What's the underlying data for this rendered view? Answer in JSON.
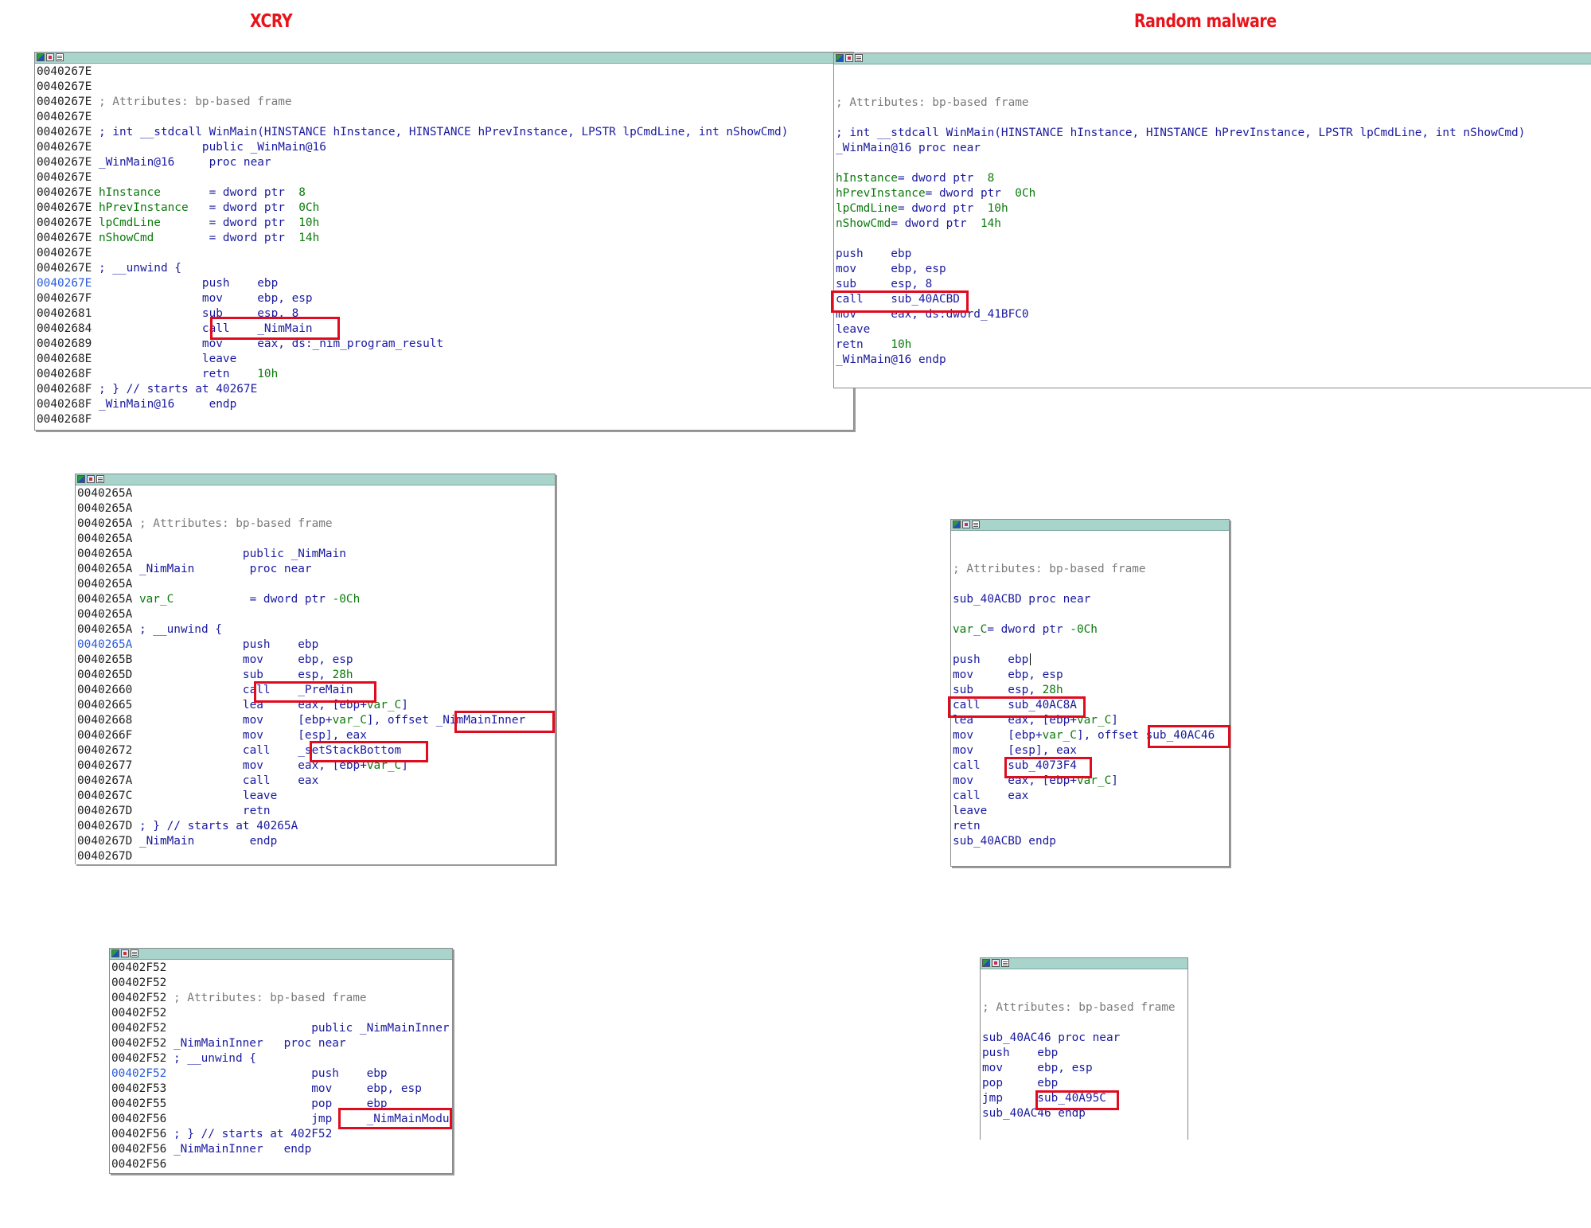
{
  "headings": {
    "left": "XCRY",
    "right": "Random malware"
  },
  "windows": [
    {
      "id": "xcry-winmain",
      "lines": [
        [
          [
            "ad",
            "0040267E"
          ]
        ],
        [
          [
            "ad",
            "0040267E"
          ]
        ],
        [
          [
            "ad",
            "0040267E"
          ],
          [
            "cm",
            " ; Attributes: bp-based frame"
          ]
        ],
        [
          [
            "ad",
            "0040267E"
          ]
        ],
        [
          [
            "ad",
            "0040267E"
          ],
          [
            "nm",
            " ; int __stdcall WinMain(HINSTANCE hInstance, HINSTANCE hPrevInstance, LPSTR lpCmdLine, int nShowCmd)"
          ]
        ],
        [
          [
            "ad",
            "0040267E"
          ],
          [
            "nm",
            "                public _WinMain@16"
          ]
        ],
        [
          [
            "ad",
            "0040267E"
          ],
          [
            "nm",
            " _WinMain@16     proc near"
          ]
        ],
        [
          [
            "ad",
            "0040267E"
          ]
        ],
        [
          [
            "ad",
            "0040267E"
          ],
          [
            "gr",
            " hInstance       "
          ],
          [
            "nm",
            "= dword ptr  "
          ],
          [
            "gr",
            "8"
          ]
        ],
        [
          [
            "ad",
            "0040267E"
          ],
          [
            "gr",
            " hPrevInstance   "
          ],
          [
            "nm",
            "= dword ptr  "
          ],
          [
            "gr",
            "0Ch"
          ]
        ],
        [
          [
            "ad",
            "0040267E"
          ],
          [
            "gr",
            " lpCmdLine       "
          ],
          [
            "nm",
            "= dword ptr  "
          ],
          [
            "gr",
            "10h"
          ]
        ],
        [
          [
            "ad",
            "0040267E"
          ],
          [
            "gr",
            " nShowCmd        "
          ],
          [
            "nm",
            "= dword ptr  "
          ],
          [
            "gr",
            "14h"
          ]
        ],
        [
          [
            "ad",
            "0040267E"
          ]
        ],
        [
          [
            "ad",
            "0040267E"
          ],
          [
            "nm",
            " ; __unwind {"
          ]
        ],
        [
          [
            "adc",
            "0040267E"
          ],
          [
            "nm",
            "                push    ebp"
          ]
        ],
        [
          [
            "ad",
            "0040267F"
          ],
          [
            "nm",
            "                mov     ebp, esp"
          ]
        ],
        [
          [
            "ad",
            "00402681"
          ],
          [
            "nm",
            "                sub     esp, 8"
          ]
        ],
        [
          [
            "ad",
            "00402684"
          ],
          [
            "nm",
            "                call    _NimMain"
          ]
        ],
        [
          [
            "ad",
            "00402689"
          ],
          [
            "nm",
            "                mov     eax, ds:_nim_program_result"
          ]
        ],
        [
          [
            "ad",
            "0040268E"
          ],
          [
            "nm",
            "                leave"
          ]
        ],
        [
          [
            "ad",
            "0040268F"
          ],
          [
            "nm",
            "                retn    "
          ],
          [
            "gr",
            "10h"
          ]
        ],
        [
          [
            "ad",
            "0040268F"
          ],
          [
            "nm",
            " ; } // starts at 40267E"
          ]
        ],
        [
          [
            "ad",
            "0040268F"
          ],
          [
            "nm",
            " _WinMain@16     endp"
          ]
        ],
        [
          [
            "ad",
            "0040268F"
          ]
        ]
      ]
    },
    {
      "id": "malware-winmain",
      "lines": [
        [],
        [],
        [
          [
            "cm",
            "; Attributes: bp-based frame"
          ]
        ],
        [],
        [
          [
            "nm",
            "; int __stdcall WinMain(HINSTANCE hInstance, HINSTANCE hPrevInstance, LPSTR lpCmdLine, int nShowCmd)"
          ]
        ],
        [
          [
            "nm",
            "_WinMain@16 proc near"
          ]
        ],
        [],
        [
          [
            "gr",
            "hInstance"
          ],
          [
            "nm",
            "= dword ptr  "
          ],
          [
            "gr",
            "8"
          ]
        ],
        [
          [
            "gr",
            "hPrevInstance"
          ],
          [
            "nm",
            "= dword ptr  "
          ],
          [
            "gr",
            "0Ch"
          ]
        ],
        [
          [
            "gr",
            "lpCmdLine"
          ],
          [
            "nm",
            "= dword ptr  "
          ],
          [
            "gr",
            "10h"
          ]
        ],
        [
          [
            "gr",
            "nShowCmd"
          ],
          [
            "nm",
            "= dword ptr  "
          ],
          [
            "gr",
            "14h"
          ]
        ],
        [],
        [
          [
            "nm",
            "push    ebp"
          ]
        ],
        [
          [
            "nm",
            "mov     ebp, esp"
          ]
        ],
        [
          [
            "nm",
            "sub     esp, 8"
          ]
        ],
        [
          [
            "nm",
            "call    sub_40ACBD"
          ]
        ],
        [
          [
            "nm",
            "mov     eax, ds:dword_41BFC0"
          ]
        ],
        [
          [
            "nm",
            "leave"
          ]
        ],
        [
          [
            "nm",
            "retn    "
          ],
          [
            "gr",
            "10h"
          ]
        ],
        [
          [
            "nm",
            "_WinMain@16 endp"
          ]
        ]
      ]
    },
    {
      "id": "xcry-nimmain",
      "lines": [
        [
          [
            "ad",
            "0040265A"
          ]
        ],
        [
          [
            "ad",
            "0040265A"
          ]
        ],
        [
          [
            "ad",
            "0040265A"
          ],
          [
            "cm",
            " ; Attributes: bp-based frame"
          ]
        ],
        [
          [
            "ad",
            "0040265A"
          ]
        ],
        [
          [
            "ad",
            "0040265A"
          ],
          [
            "nm",
            "                public _NimMain"
          ]
        ],
        [
          [
            "ad",
            "0040265A"
          ],
          [
            "nm",
            " _NimMain        proc near"
          ]
        ],
        [
          [
            "ad",
            "0040265A"
          ]
        ],
        [
          [
            "ad",
            "0040265A"
          ],
          [
            "gr",
            " var_C           "
          ],
          [
            "nm",
            "= dword ptr "
          ],
          [
            "gr",
            "-0Ch"
          ]
        ],
        [
          [
            "ad",
            "0040265A"
          ]
        ],
        [
          [
            "ad",
            "0040265A"
          ],
          [
            "nm",
            " ; __unwind {"
          ]
        ],
        [
          [
            "adc",
            "0040265A"
          ],
          [
            "nm",
            "                push    ebp"
          ]
        ],
        [
          [
            "ad",
            "0040265B"
          ],
          [
            "nm",
            "                mov     ebp, esp"
          ]
        ],
        [
          [
            "ad",
            "0040265D"
          ],
          [
            "nm",
            "                sub     esp, "
          ],
          [
            "gr",
            "28h"
          ]
        ],
        [
          [
            "ad",
            "00402660"
          ],
          [
            "nm",
            "                call    _PreMain"
          ]
        ],
        [
          [
            "ad",
            "00402665"
          ],
          [
            "nm",
            "                lea     eax, [ebp+"
          ],
          [
            "gr",
            "var_C"
          ],
          [
            "nm",
            "]"
          ]
        ],
        [
          [
            "ad",
            "00402668"
          ],
          [
            "nm",
            "                mov     [ebp+"
          ],
          [
            "gr",
            "var_C"
          ],
          [
            "nm",
            "], offset _NimMainInner"
          ]
        ],
        [
          [
            "ad",
            "0040266F"
          ],
          [
            "nm",
            "                mov     [esp], eax"
          ]
        ],
        [
          [
            "ad",
            "00402672"
          ],
          [
            "nm",
            "                call    _setStackBottom"
          ]
        ],
        [
          [
            "ad",
            "00402677"
          ],
          [
            "nm",
            "                mov     eax, [ebp+"
          ],
          [
            "gr",
            "var_C"
          ],
          [
            "nm",
            "]"
          ]
        ],
        [
          [
            "ad",
            "0040267A"
          ],
          [
            "nm",
            "                call    eax"
          ]
        ],
        [
          [
            "ad",
            "0040267C"
          ],
          [
            "nm",
            "                leave"
          ]
        ],
        [
          [
            "ad",
            "0040267D"
          ],
          [
            "nm",
            "                retn"
          ]
        ],
        [
          [
            "ad",
            "0040267D"
          ],
          [
            "nm",
            " ; } // starts at 40265A"
          ]
        ],
        [
          [
            "ad",
            "0040267D"
          ],
          [
            "nm",
            " _NimMain        endp"
          ]
        ],
        [
          [
            "ad",
            "0040267D"
          ]
        ]
      ]
    },
    {
      "id": "malware-sub40acbd",
      "lines": [
        [],
        [],
        [
          [
            "cm",
            "; Attributes: bp-based frame"
          ]
        ],
        [],
        [
          [
            "nm",
            "sub_40ACBD proc near"
          ]
        ],
        [],
        [
          [
            "gr",
            "var_C"
          ],
          [
            "nm",
            "= dword ptr "
          ],
          [
            "gr",
            "-0Ch"
          ]
        ],
        [],
        [
          [
            "nm",
            "push    ebp"
          ],
          [
            "caret",
            ""
          ]
        ],
        [
          [
            "nm",
            "mov     ebp, esp"
          ]
        ],
        [
          [
            "nm",
            "sub     esp, "
          ],
          [
            "gr",
            "28h"
          ]
        ],
        [
          [
            "nm",
            "call    sub_40AC8A"
          ]
        ],
        [
          [
            "nm",
            "lea     eax, [ebp+"
          ],
          [
            "gr",
            "var_C"
          ],
          [
            "nm",
            "]"
          ]
        ],
        [
          [
            "nm",
            "mov     [ebp+"
          ],
          [
            "gr",
            "var_C"
          ],
          [
            "nm",
            "], offset sub_40AC46"
          ]
        ],
        [
          [
            "nm",
            "mov     [esp], eax"
          ]
        ],
        [
          [
            "nm",
            "call    sub_4073F4"
          ]
        ],
        [
          [
            "nm",
            "mov     eax, [ebp+"
          ],
          [
            "gr",
            "var_C"
          ],
          [
            "nm",
            "]"
          ]
        ],
        [
          [
            "nm",
            "call    eax"
          ]
        ],
        [
          [
            "nm",
            "leave"
          ]
        ],
        [
          [
            "nm",
            "retn"
          ]
        ],
        [
          [
            "nm",
            "sub_40ACBD endp"
          ]
        ]
      ]
    },
    {
      "id": "xcry-nimmaininner",
      "lines": [
        [
          [
            "ad",
            "00402F52"
          ]
        ],
        [
          [
            "ad",
            "00402F52"
          ]
        ],
        [
          [
            "ad",
            "00402F52"
          ],
          [
            "cm",
            " ; Attributes: bp-based frame"
          ]
        ],
        [
          [
            "ad",
            "00402F52"
          ]
        ],
        [
          [
            "ad",
            "00402F52"
          ],
          [
            "nm",
            "                     public _NimMainInner"
          ]
        ],
        [
          [
            "ad",
            "00402F52"
          ],
          [
            "nm",
            " _NimMainInner   proc near"
          ]
        ],
        [
          [
            "ad",
            "00402F52"
          ],
          [
            "nm",
            " ; __unwind {"
          ]
        ],
        [
          [
            "adc",
            "00402F52"
          ],
          [
            "nm",
            "                     push    ebp"
          ]
        ],
        [
          [
            "ad",
            "00402F53"
          ],
          [
            "nm",
            "                     mov     ebp, esp"
          ]
        ],
        [
          [
            "ad",
            "00402F55"
          ],
          [
            "nm",
            "                     pop     ebp"
          ]
        ],
        [
          [
            "ad",
            "00402F56"
          ],
          [
            "nm",
            "                     jmp     _NimMainModule"
          ]
        ],
        [
          [
            "ad",
            "00402F56"
          ],
          [
            "nm",
            " ; } // starts at 402F52"
          ]
        ],
        [
          [
            "ad",
            "00402F56"
          ],
          [
            "nm",
            " _NimMainInner   endp"
          ]
        ],
        [
          [
            "ad",
            "00402F56"
          ]
        ]
      ]
    },
    {
      "id": "malware-sub40ac46",
      "lines": [
        [],
        [],
        [
          [
            "cm",
            "; Attributes: bp-based frame"
          ]
        ],
        [],
        [
          [
            "nm",
            "sub_40AC46 proc near"
          ]
        ],
        [
          [
            "nm",
            "push    ebp"
          ]
        ],
        [
          [
            "nm",
            "mov     ebp, esp"
          ]
        ],
        [
          [
            "nm",
            "pop     ebp"
          ]
        ],
        [
          [
            "nm",
            "jmp     sub_40A95C"
          ]
        ],
        [
          [
            "nm",
            "sub_40AC46 endp"
          ]
        ]
      ]
    }
  ]
}
